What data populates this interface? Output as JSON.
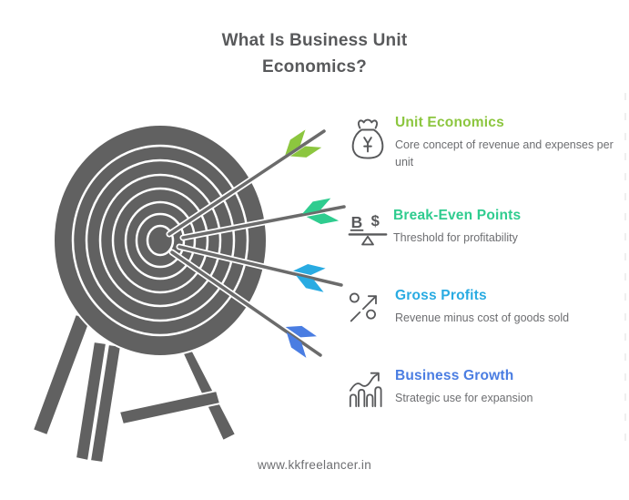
{
  "title": {
    "line1": "What Is Business Unit",
    "line2": "Economics?"
  },
  "items": [
    {
      "heading": "Unit Economics",
      "description": "Core concept of revenue and expenses per unit",
      "color": "#8cc63f",
      "icon": "money-bag-icon"
    },
    {
      "heading": "Break-Even Points",
      "description": "Threshold for profitability",
      "color": "#2fcc8f",
      "icon": "balance-scale-icon"
    },
    {
      "heading": "Gross Profits",
      "description": "Revenue minus cost of goods sold",
      "color": "#29abe2",
      "icon": "growth-arrow-icon"
    },
    {
      "heading": "Business Growth",
      "description": "Strategic use for expansion",
      "color": "#4a7de2",
      "icon": "bar-chart-arrow-icon"
    }
  ],
  "balance_icon_letters": {
    "left": "B",
    "right": "$"
  },
  "footer": {
    "website": "www.kkfreelancer.in"
  },
  "illustration": {
    "name": "dartboard-target-with-four-arrows",
    "target_color": "#616161",
    "arrow_colors": [
      "#8cc63f",
      "#2fcc8f",
      "#29abe2",
      "#4a7de2"
    ]
  }
}
